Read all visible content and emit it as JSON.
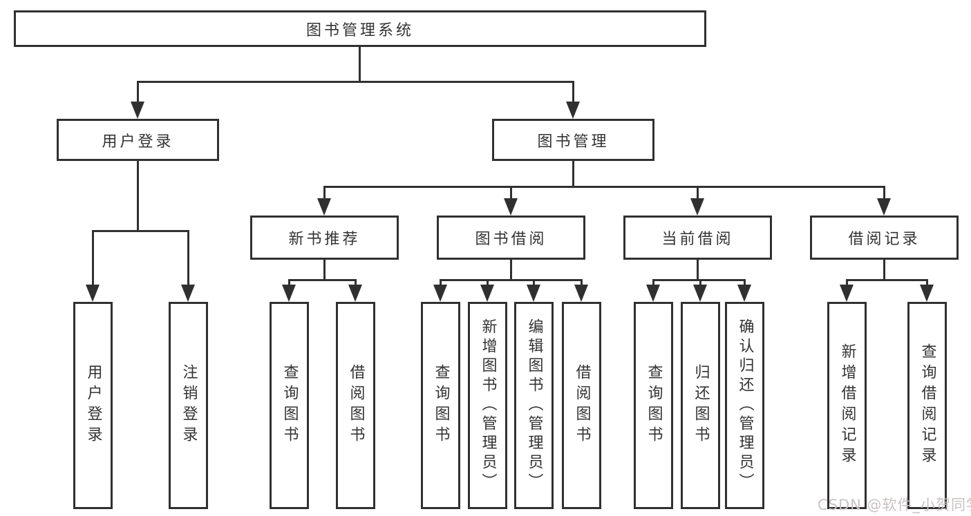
{
  "nodes": {
    "root": "图书管理系统",
    "l1": [
      "用户登录",
      "图书管理"
    ],
    "l2": [
      "新书推荐",
      "图书借阅",
      "当前借阅",
      "借阅记录"
    ],
    "l3": [
      "用户登录",
      "注销登录",
      "查询图书",
      "借阅图书",
      "查询图书",
      "新增图书（管理员）",
      "编辑图书（管理员）",
      "借阅图书",
      "查询图书",
      "归还图书",
      "确认归还（管理员）",
      "新增借阅记录",
      "查询借阅记录"
    ]
  },
  "watermark": {
    "text": "CSDN @软件_小贺同学",
    "color": "#c9c2c2"
  },
  "colors": {
    "line": "#303030",
    "text": "#333333",
    "background": "#ffffff"
  }
}
